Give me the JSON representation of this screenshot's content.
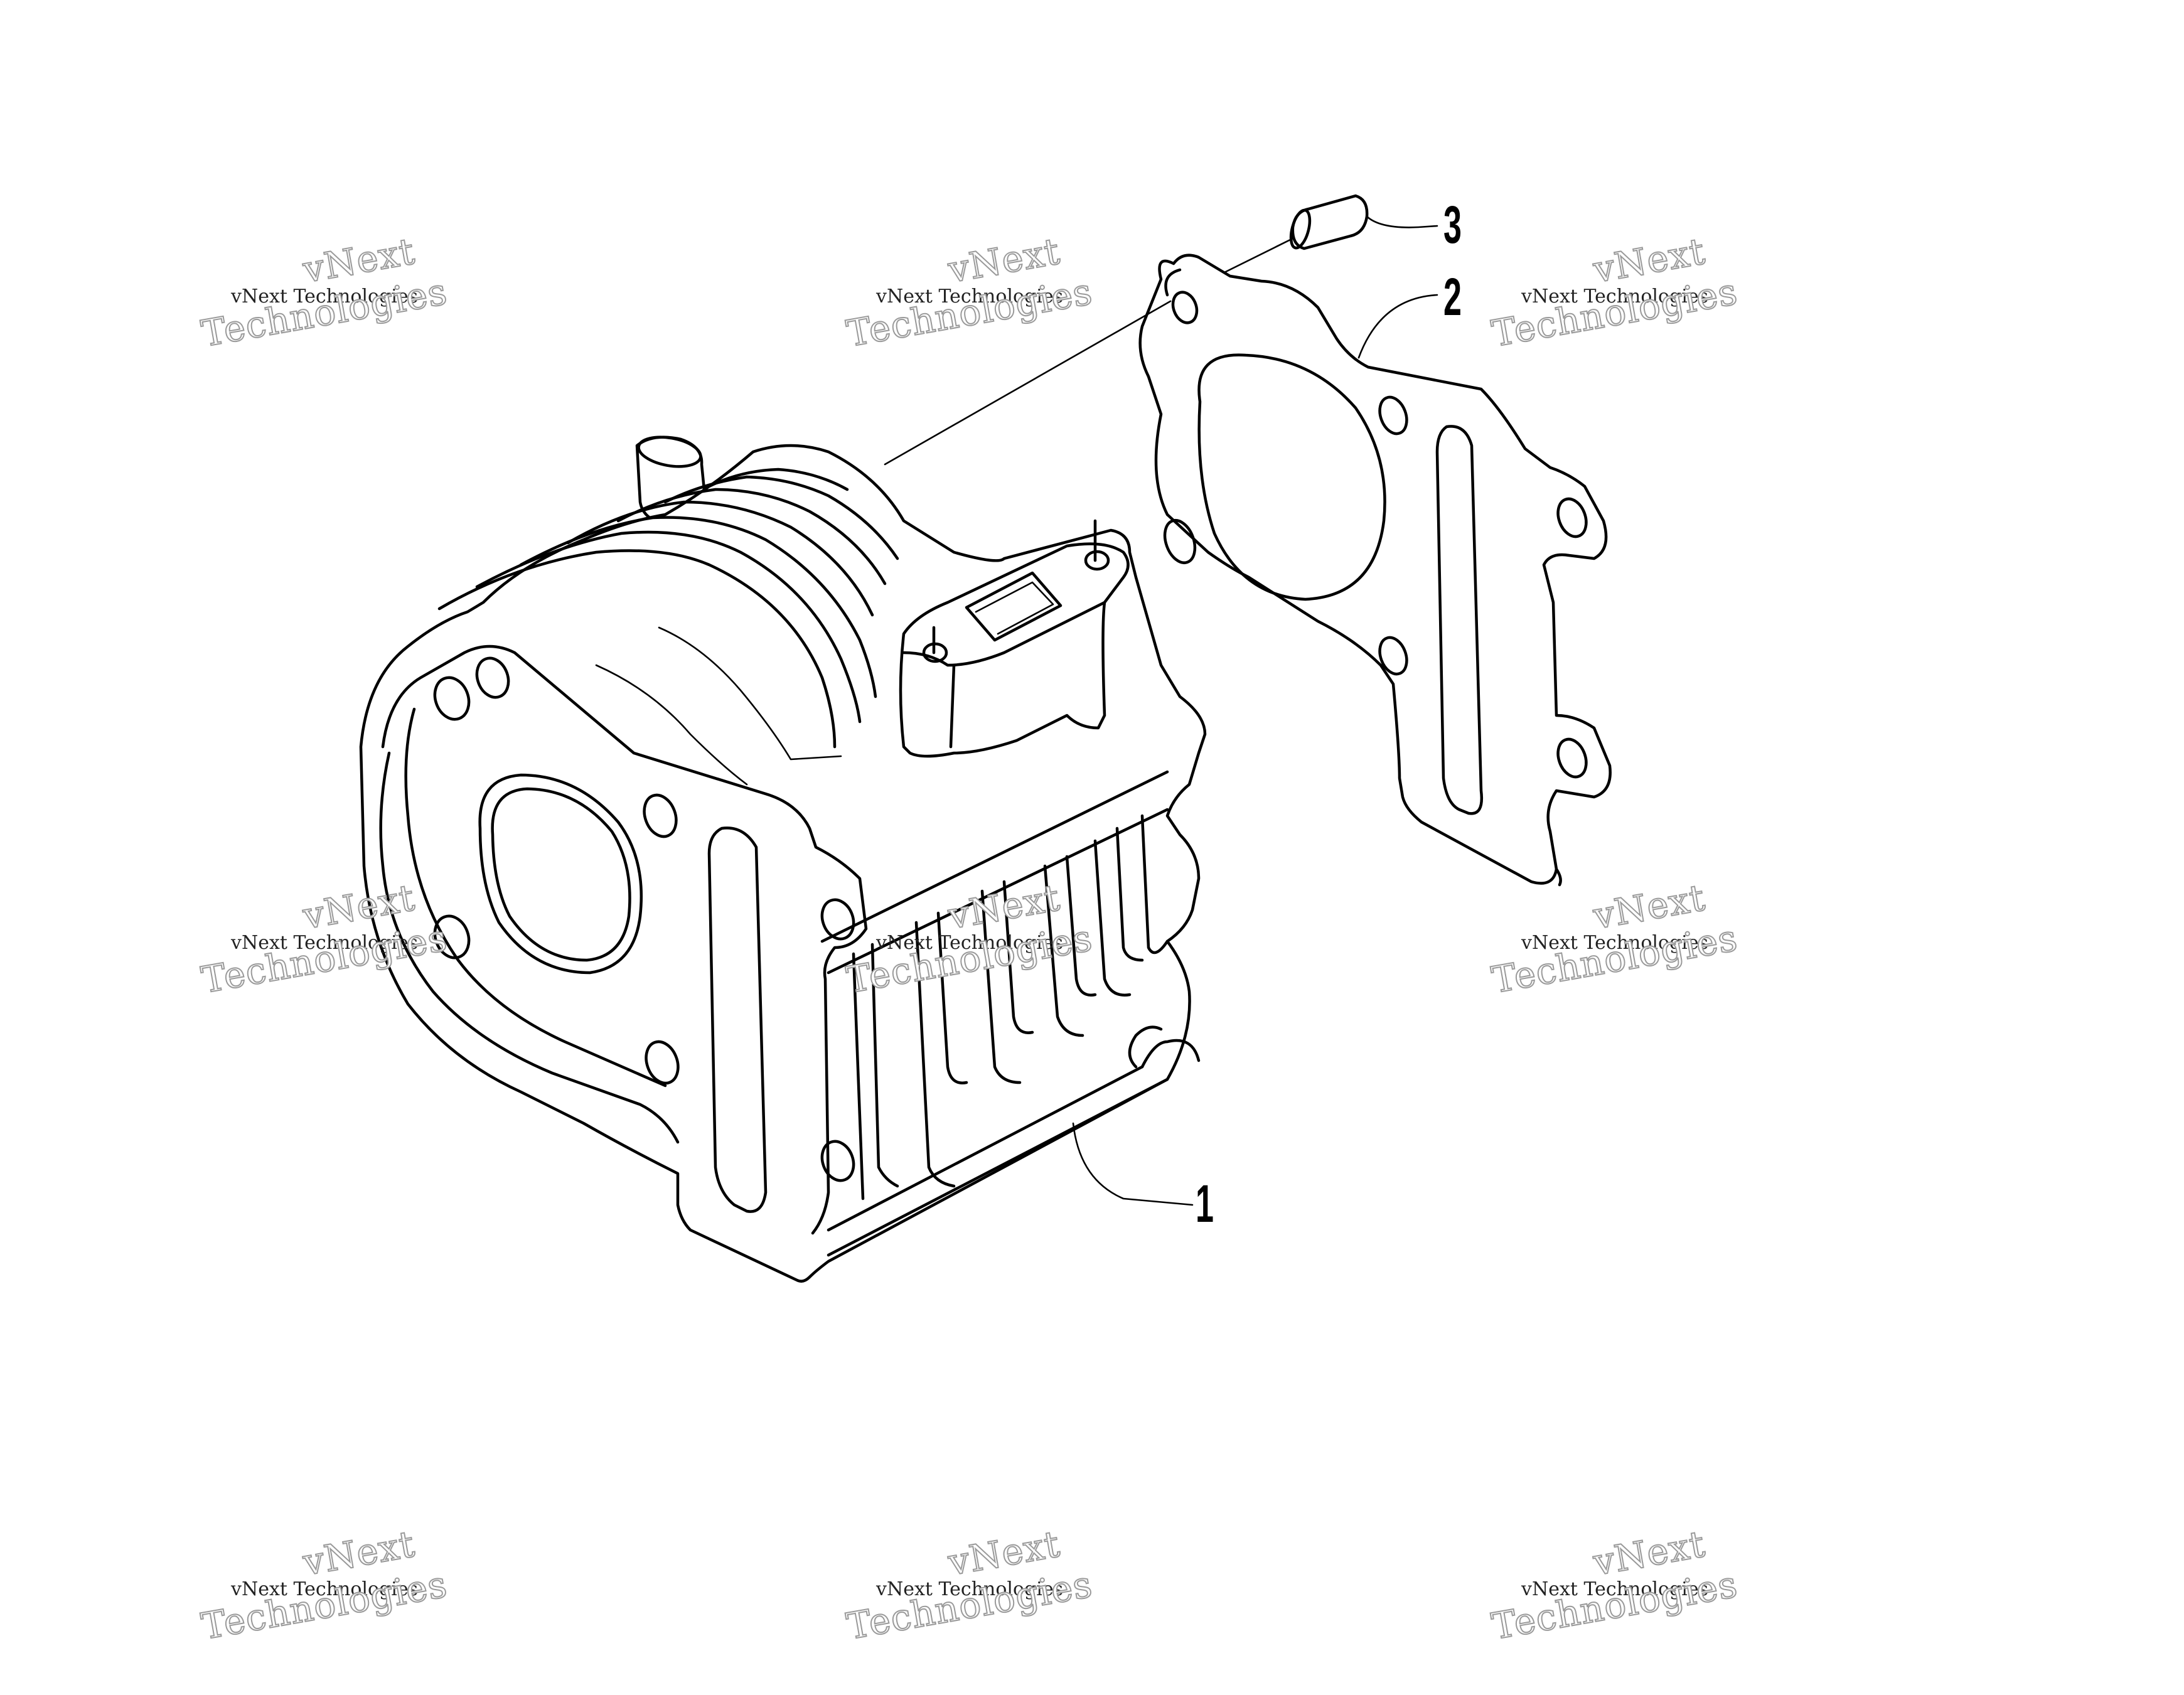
{
  "callouts": [
    {
      "label": "1",
      "part": "cylinder"
    },
    {
      "label": "2",
      "part": "gasket"
    },
    {
      "label": "3",
      "part": "dowel pin"
    }
  ],
  "watermark": {
    "line_small": "vNext Technologies",
    "line_top": "vNext",
    "line_bottom": "Technologies"
  },
  "colors": {
    "ink": "#000000",
    "watermark": "#9a9a9a",
    "background": "#ffffff"
  }
}
